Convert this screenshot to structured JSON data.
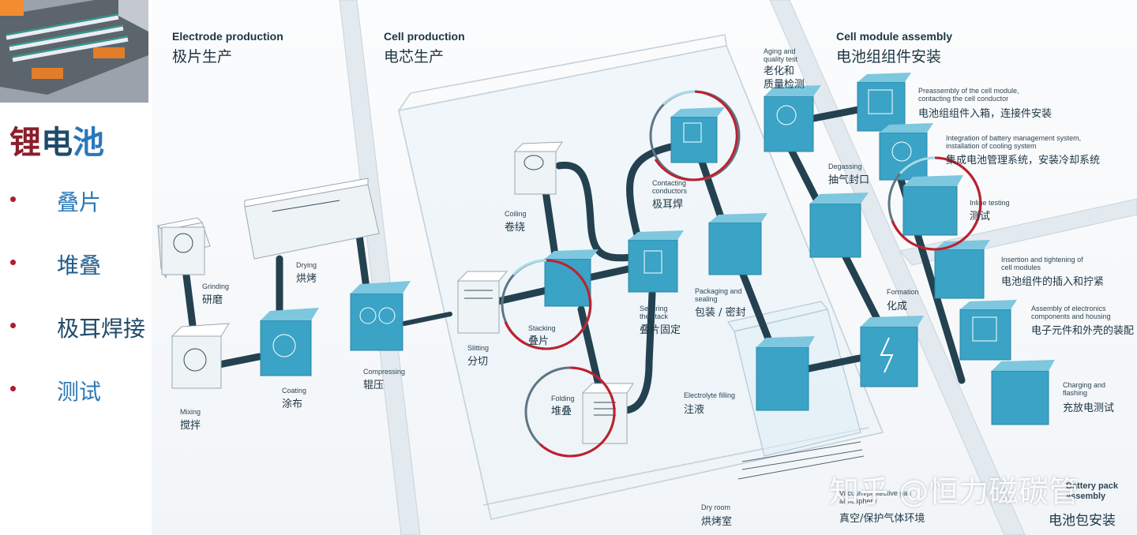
{
  "left_panel": {
    "title_chars": [
      "锂",
      "电",
      "池"
    ],
    "title_colors": [
      "#8a1e2a",
      "#1f4a6a",
      "#2a78b8"
    ],
    "bullets": [
      "叠片",
      "堆叠",
      "极耳焊接",
      "测试"
    ]
  },
  "sections": {
    "electrode": {
      "en": "Electrode production",
      "cn": "极片生产"
    },
    "cell": {
      "en": "Cell production",
      "cn": "电芯生产"
    },
    "module": {
      "en": "Cell module assembly",
      "cn": "电池组组件安装"
    }
  },
  "steps": {
    "grinding": {
      "en": "Grinding",
      "cn": "研磨"
    },
    "mixing": {
      "en": "Mixing",
      "cn": "搅拌"
    },
    "drying": {
      "en": "Drying",
      "cn": "烘烤"
    },
    "coating": {
      "en": "Coating",
      "cn": "涂布"
    },
    "compressing": {
      "en": "Compressing",
      "cn": "辊压"
    },
    "coiling": {
      "en": "Coiling",
      "cn": "卷绕"
    },
    "slitting": {
      "en": "Slitting",
      "cn": "分切"
    },
    "stacking": {
      "en": "Stacking",
      "cn": "叠片"
    },
    "folding": {
      "en": "Folding",
      "cn": "堆叠"
    },
    "contacting": {
      "en": "Contacting\nconductors",
      "cn": "极耳焊"
    },
    "securing": {
      "en": "Securing\nthe stack",
      "cn": "叠片固定"
    },
    "packaging": {
      "en": "Packaging and\nsealing",
      "cn": "包装 / 密封"
    },
    "electrolyte": {
      "en": "Electrolyte filling",
      "cn": "注液"
    },
    "aging": {
      "en": "Aging and\nquality test",
      "cn": "老化和\n质量检测"
    },
    "degassing": {
      "en": "Degassing",
      "cn": "抽气封口"
    },
    "formation": {
      "en": "Formation",
      "cn": "化成"
    },
    "preassembly": {
      "en": "Preassembly of the cell module,\ncontacting the cell conductor",
      "cn": "电池组组件入箱，连接件安装"
    },
    "integration": {
      "en": "Integration of battery management system,\ninstallation of cooling system",
      "cn": "集成电池管理系统，安装冷却系统"
    },
    "inline": {
      "en": "Inline testing",
      "cn": "测试"
    },
    "insertion": {
      "en": "Insertion and tightening of\ncell modules",
      "cn": "电池组件的插入和拧紧"
    },
    "electronics": {
      "en": "Assembly of electronics\ncomponents and housing",
      "cn": "电子元件和外壳的装配"
    },
    "charging": {
      "en": "Charging and\nflashing",
      "cn": "充放电测试"
    },
    "vacuum": {
      "en": "Vacuum/protective gas\natmosphere",
      "cn": "真空/保护气体环境"
    },
    "dryroom": {
      "en": "Dry room",
      "cn": "烘烤室"
    },
    "pack": {
      "en": "Battery pack\nassembly",
      "cn": "电池包安装"
    }
  },
  "watermark": "知乎 @恒力磁碳管",
  "colors": {
    "accent": "#3aa3c6",
    "circle_red": "#c0202e",
    "circle_grey": "#5e7682",
    "circle_light": "#a9dcea",
    "conveyor": "#24414f",
    "text_dark": "#1d3544"
  }
}
